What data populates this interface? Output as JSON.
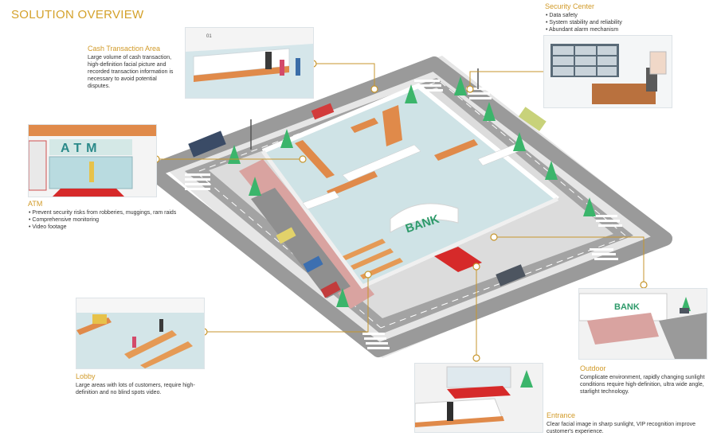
{
  "title": "SOLUTION OVERVIEW",
  "sections": {
    "cash": {
      "heading": "Cash Transaction Area",
      "text": "Large volume of cash transaction, high-definition facial picture and recorded transaction information is necessary to avoid potential disputes."
    },
    "security": {
      "heading": "Security Center",
      "bullets": [
        "Data safety",
        "System stability and reliability",
        "Abundant alarm mechanism"
      ]
    },
    "atm": {
      "heading": "ATM",
      "sign": "ATM",
      "bullets": [
        "Prevent security risks from robberies,   muggings, ram raids",
        "Comprehensive monitoring",
        "Video footage"
      ]
    },
    "lobby": {
      "heading": "Lobby",
      "text": "Large areas with lots of customers, require high-definition and no blind spots video."
    },
    "outdoor": {
      "heading": "Outdoor",
      "sign": "BANK",
      "text": "Complicate environment, rapidly changing sunlight conditions require high-definition, ultra wide angle, starlight technology."
    },
    "entrance": {
      "heading": "Entrance",
      "text": "Clear facial image in sharp sunlight, VIP recognition improve customer's experience."
    },
    "bank_sign": "BANK",
    "counter_label": "01"
  },
  "colors": {
    "accent": "#d19a28",
    "road": "#9a9a9a",
    "floor": "#cfe3e6",
    "wall": "#ffffff",
    "counter": "#e08a4a",
    "carpet": "#d62a2a",
    "tree": "#3bb56b"
  }
}
